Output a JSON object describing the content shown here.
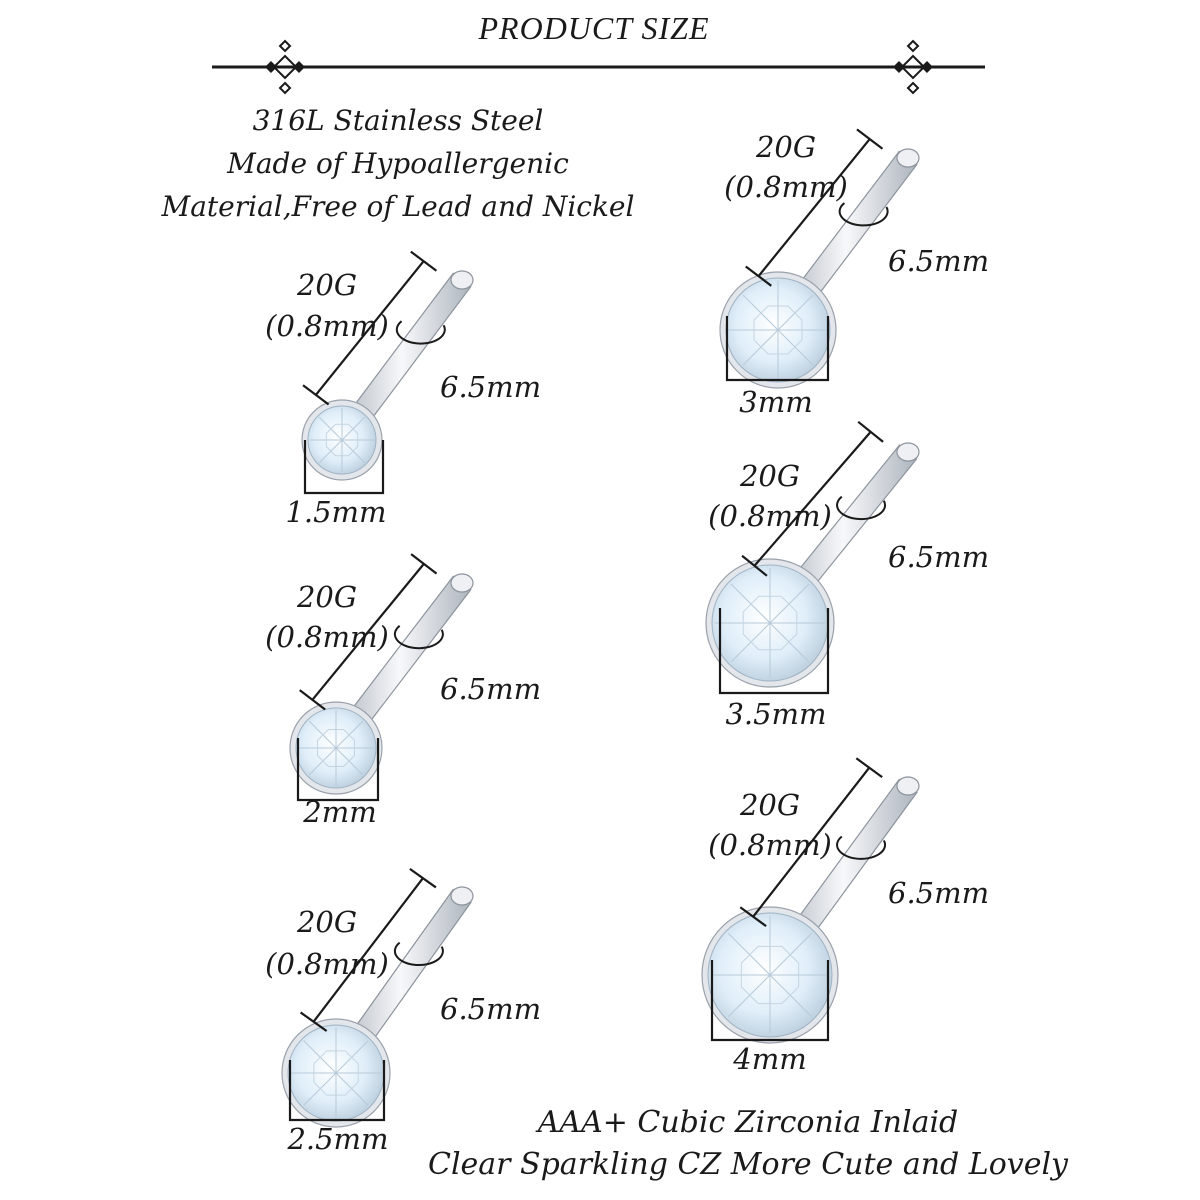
{
  "header": {
    "title": "PRODUCT    SIZE",
    "ornament_left": "ornament-icon",
    "ornament_right": "ornament-icon"
  },
  "material": {
    "lines": [
      "316L Stainless Steel",
      "Made of Hypoallergenic",
      "Material,Free of Lead and Nickel"
    ]
  },
  "studs": [
    {
      "gauge": "20G",
      "thickness": "(0.8mm)",
      "length": "6.5mm",
      "stone": "1.5mm"
    },
    {
      "gauge": "20G",
      "thickness": "(0.8mm)",
      "length": "6.5mm",
      "stone": "2mm"
    },
    {
      "gauge": "20G",
      "thickness": "(0.8mm)",
      "length": "6.5mm",
      "stone": "2.5mm"
    },
    {
      "gauge": "20G",
      "thickness": "(0.8mm)",
      "length": "6.5mm",
      "stone": "3mm"
    },
    {
      "gauge": "20G",
      "thickness": "(0.8mm)",
      "length": "6.5mm",
      "stone": "3.5mm"
    },
    {
      "gauge": "20G",
      "thickness": "(0.8mm)",
      "length": "6.5mm",
      "stone": "4mm"
    }
  ],
  "footer": {
    "lines": [
      "AAA+ Cubic Zirconia Inlaid",
      "Clear Sparkling CZ More Cute and Lovely"
    ]
  },
  "colors": {
    "ink": "#1a1a1a",
    "metal": "#d9dde2",
    "gem": "#e6f2fb"
  }
}
